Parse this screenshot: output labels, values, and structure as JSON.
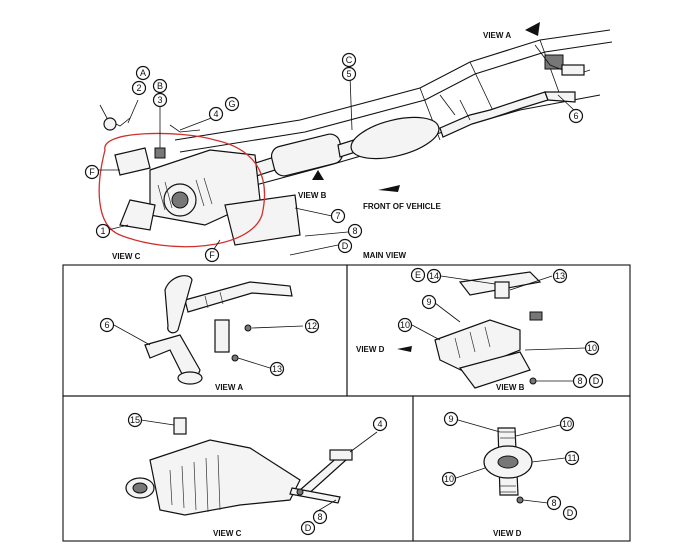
{
  "labels": {
    "view_a_top": "VIEW A",
    "view_b_main": "VIEW B",
    "front_of_vehicle": "FRONT OF VEHICLE",
    "view_c_main": "VIEW C",
    "main_view": "MAIN VIEW",
    "view_a_panel": "VIEW A",
    "view_d_arrow": "VIEW D",
    "view_b_panel": "VIEW B",
    "view_c_panel": "VIEW C",
    "view_d_panel": "VIEW D"
  },
  "callouts": {
    "main": [
      {
        "text": "A"
      },
      {
        "text": "2"
      },
      {
        "text": "B"
      },
      {
        "text": "3"
      },
      {
        "text": "4"
      },
      {
        "text": "G"
      },
      {
        "text": "C"
      },
      {
        "text": "5"
      },
      {
        "text": "6"
      },
      {
        "text": "F"
      },
      {
        "text": "1"
      },
      {
        "text": "7"
      },
      {
        "text": "8"
      },
      {
        "text": "D"
      },
      {
        "text": "F"
      }
    ],
    "view_a": [
      {
        "text": "6"
      },
      {
        "text": "12"
      },
      {
        "text": "13"
      }
    ],
    "view_b": [
      {
        "text": "E"
      },
      {
        "text": "14"
      },
      {
        "text": "13"
      },
      {
        "text": "9"
      },
      {
        "text": "10"
      },
      {
        "text": "10"
      },
      {
        "text": "8"
      },
      {
        "text": "D"
      }
    ],
    "view_c": [
      {
        "text": "15"
      },
      {
        "text": "4"
      },
      {
        "text": "8"
      },
      {
        "text": "D"
      }
    ],
    "view_d": [
      {
        "text": "9"
      },
      {
        "text": "10"
      },
      {
        "text": "11"
      },
      {
        "text": "10"
      },
      {
        "text": "8"
      },
      {
        "text": "D"
      }
    ]
  },
  "colors": {
    "ink": "#111111",
    "highlight": "#d0312d",
    "paper": "#ffffff"
  }
}
